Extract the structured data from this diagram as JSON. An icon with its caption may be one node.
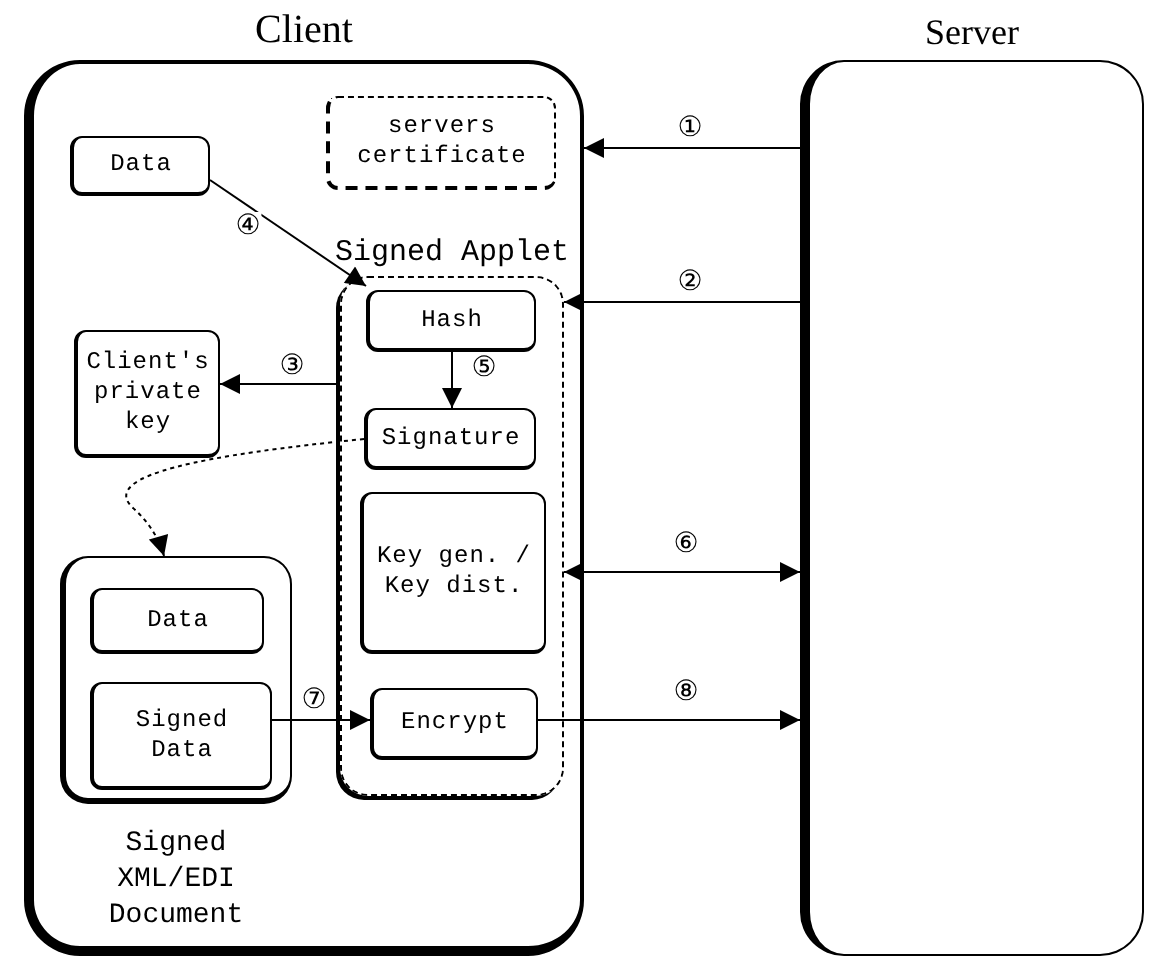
{
  "diagram": {
    "nodes": [
      {
        "text": [
          "Client"
        ]
      },
      {
        "text": [
          "servers certificate"
        ],
        "in": 0
      },
      {
        "text": [
          "Data"
        ],
        "in": 0
      },
      {
        "text": [
          "Signed Applet"
        ],
        "in": 0
      },
      {
        "text": [
          "Hash"
        ],
        "in": 3
      },
      {
        "text": [
          "Client's private key"
        ],
        "in": 0
      },
      {
        "text": [
          "Signature"
        ],
        "in": 3
      },
      {
        "text": [
          "Key gen. / Key dist."
        ],
        "in": 3
      },
      {
        "text": [
          "Signed XML/EDI Document"
        ],
        "in": 0
      },
      {
        "text": [
          "Data"
        ],
        "in": 8
      },
      {
        "text": [
          "Signed Data"
        ],
        "in": 8
      },
      {
        "text": [
          "Encrypt"
        ],
        "in": 3
      },
      {
        "text": [
          "Server"
        ]
      }
    ],
    "edges": [
      {
        "from": 12,
        "to": 0,
        "arrow": "to",
        "label": "①"
      },
      {
        "from": 12,
        "to": 3,
        "arrow": "to",
        "label": "②"
      },
      {
        "from": 3,
        "to": 5,
        "arrow": "to",
        "label": "③"
      },
      {
        "from": 2,
        "to": 4,
        "arrow": "to",
        "label": "④"
      },
      {
        "from": 4,
        "to": 6,
        "arrow": "to",
        "label": "⑤"
      },
      {
        "from": 6,
        "to": 8,
        "arrow": "to",
        "style": "dashed"
      },
      {
        "from": 3,
        "to": 12,
        "arrow": "both",
        "label": "⑥"
      },
      {
        "from": 10,
        "to": 11,
        "arrow": "to",
        "label": "⑦"
      },
      {
        "from": 11,
        "to": 12,
        "arrow": "to",
        "label": "⑧"
      }
    ]
  }
}
